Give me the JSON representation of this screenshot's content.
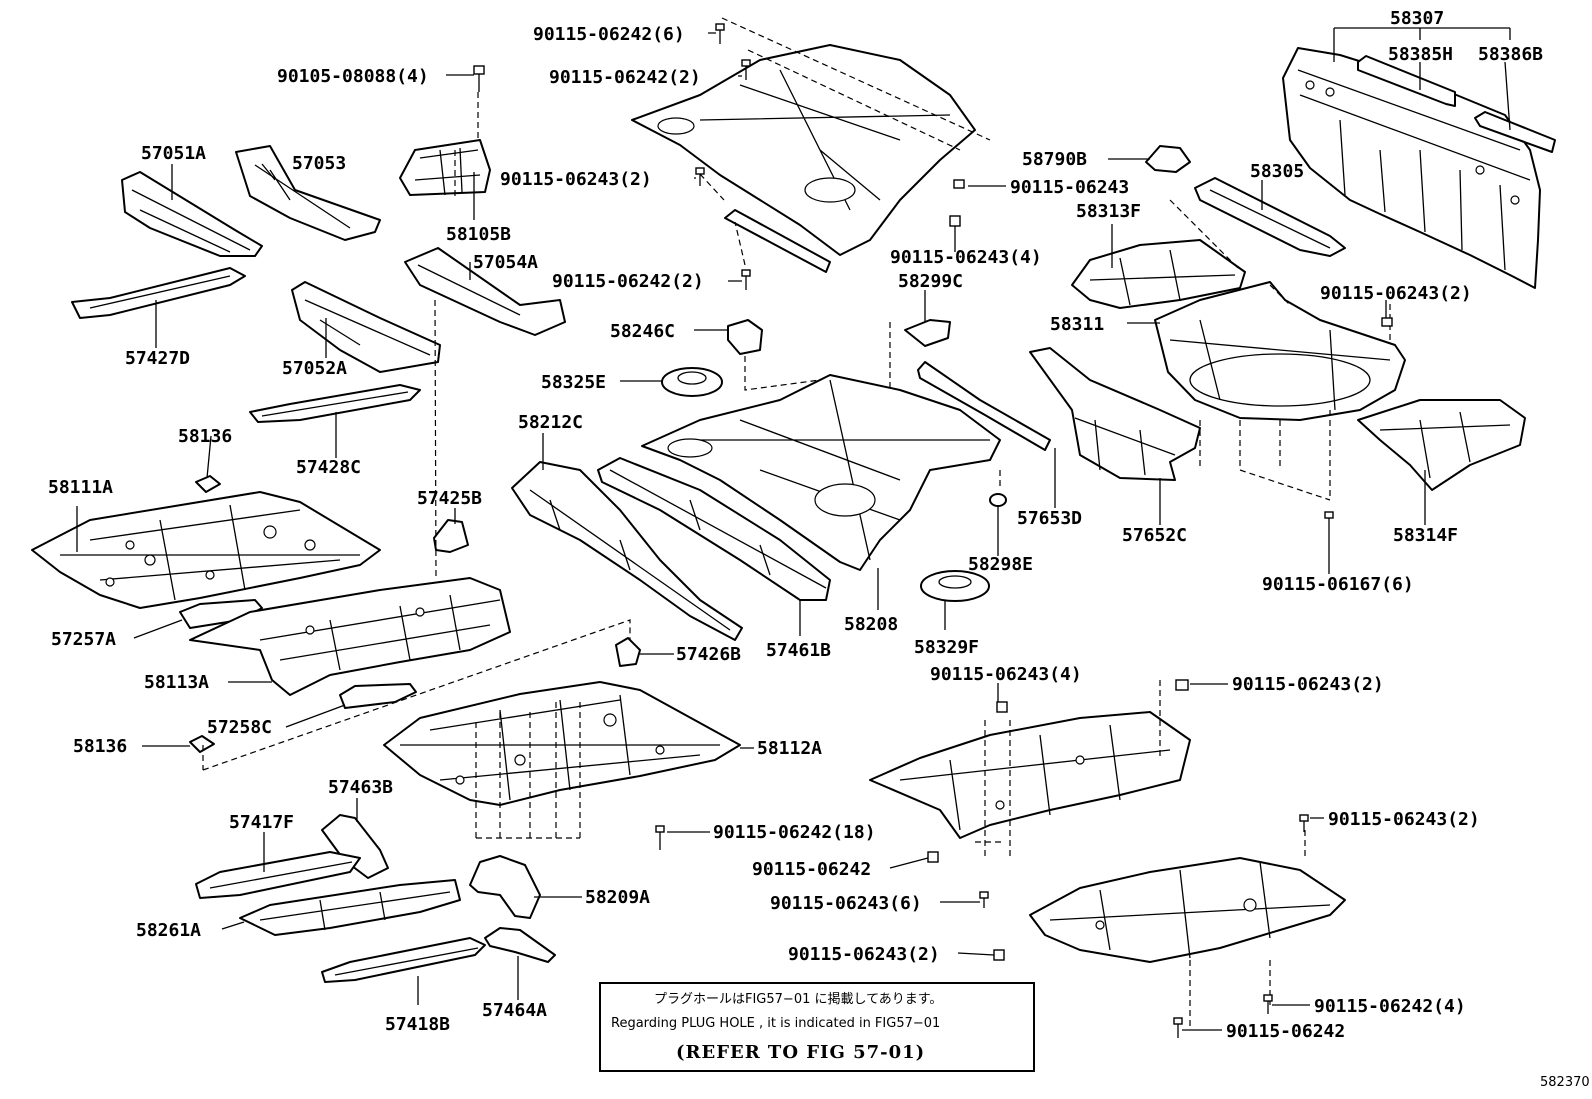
{
  "labels": {
    "p58307": "58307",
    "p58385h": "58385H",
    "p58386b": "58386B",
    "b90115_06242_6": "90115-06242(6)",
    "b90105_08088_4": "90105-08088(4)",
    "b90115_06242_2a": "90115-06242(2)",
    "p57051a": "57051A",
    "p57053": "57053",
    "p58790b": "58790B",
    "b90115_06243_2a": "90115-06243(2)",
    "b90115_06243_a": "90115-06243",
    "p58305": "58305",
    "p58105b": "58105B",
    "p58313f": "58313F",
    "p57054a": "57054A",
    "b90115_06243_4a": "90115-06243(4)",
    "b90115_06242_2b": "90115-06242(2)",
    "p58299c": "58299C",
    "b90115_06243_2b": "90115-06243(2)",
    "p58311": "58311",
    "p57427d": "57427D",
    "p57052a": "57052A",
    "p58246c": "58246C",
    "p58325e": "58325E",
    "p58212c": "58212C",
    "p58136a": "58136",
    "p57428c": "57428C",
    "p58111a": "58111A",
    "p57425b": "57425B",
    "p57653d": "57653D",
    "p57652c": "57652C",
    "p58314f": "58314F",
    "p58298e": "58298E",
    "b90115_06167_6": "90115-06167(6)",
    "p57257a": "57257A",
    "p58208": "58208",
    "p58329f": "58329F",
    "p57426b": "57426B",
    "p57461b": "57461B",
    "p58113a": "58113A",
    "b90115_06243_4b": "90115-06243(4)",
    "b90115_06243_2c": "90115-06243(2)",
    "p57258c": "57258C",
    "p58136b": "58136",
    "p58112a": "58112A",
    "p57463b": "57463B",
    "p57417f": "57417F",
    "b90115_06242_18": "90115-06242(18)",
    "b90115_06243_2d": "90115-06243(2)",
    "b90115_06242_a": "90115-06242",
    "b90115_06243_6": "90115-06243(6)",
    "p58209a": "58209A",
    "p58261a": "58261A",
    "b90115_06243_2e": "90115-06243(2)",
    "p57418b": "57418B",
    "p57464a": "57464A",
    "b90115_06242_4": "90115-06242(4)",
    "b90115_06242_b": "90115-06242"
  },
  "note": {
    "line_jp": "プラグホールはFIG57−01 に掲載してあります。",
    "line_en": "Regarding  PLUG HOLE , it is indicated in FIG57−01",
    "refer": "(REFER TO FIG 57-01)"
  },
  "figure_id": "582370"
}
